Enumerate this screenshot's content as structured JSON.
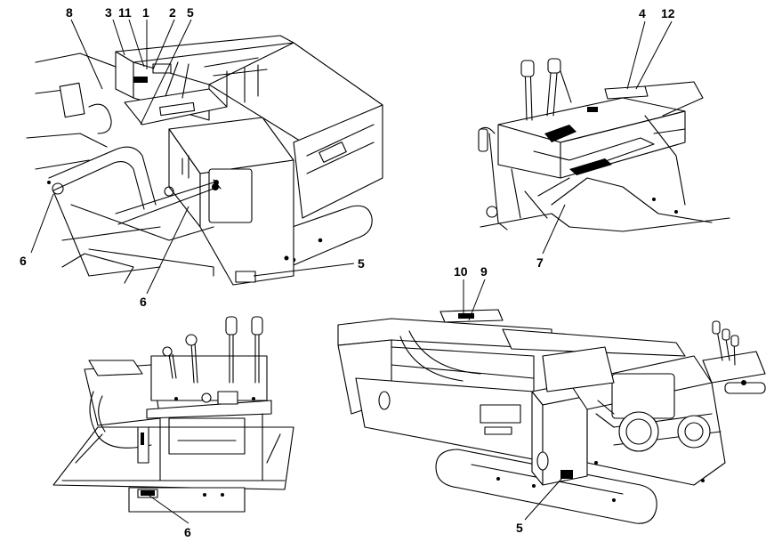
{
  "callouts": {
    "c1": "1",
    "c2": "2",
    "c3": "3",
    "c4": "4",
    "c5a": "5",
    "c5b": "5",
    "c5c": "5",
    "c6a": "6",
    "c6b": "6",
    "c6c": "6",
    "c7": "7",
    "c8": "8",
    "c9": "9",
    "c10": "10",
    "c11": "11",
    "c12": "12"
  }
}
